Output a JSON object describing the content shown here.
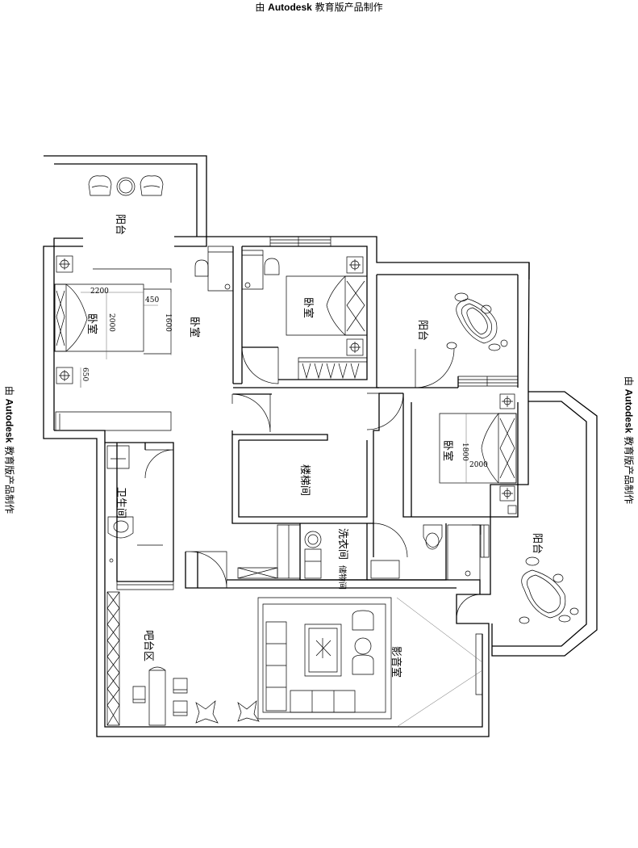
{
  "watermark": {
    "prefix": "由",
    "brand": "Autodesk",
    "suffix": "教育版产品制作"
  },
  "rooms": {
    "balcony_nw": "阳台",
    "master_bedroom_a": "卧室",
    "master_bedroom_b": "卧室",
    "bedroom_north": "卧室",
    "balcony_ne": "阳台",
    "bedroom_east": "卧室",
    "stairwell": "楼梯间",
    "bathroom_west": "卫生间",
    "laundry": "洗衣间",
    "storage": "储物间",
    "balcony_se": "阳台",
    "bar_area": "吧台区",
    "theater": "影音室"
  },
  "dimensions": {
    "master_bed_width": "2200",
    "master_bed_length": "2000",
    "master_bed_room": "1600",
    "master_bed_step": "450",
    "master_bed_gap": "650",
    "east_bed_width": "1800",
    "east_bed_length": "2000"
  }
}
